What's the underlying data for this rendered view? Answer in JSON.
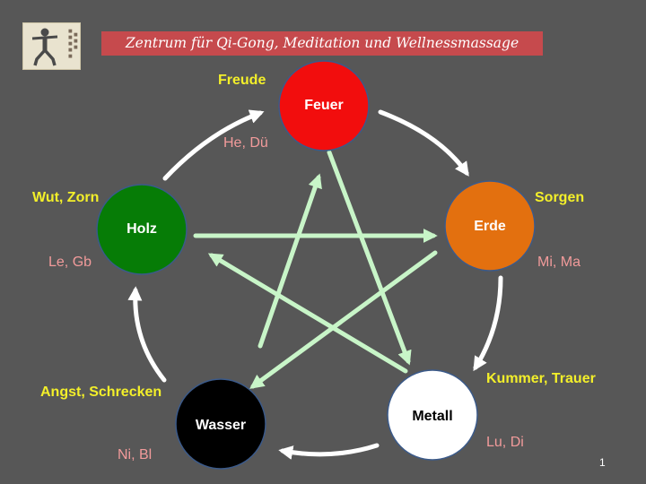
{
  "header": {
    "title": "Zentrum für Qi-Gong, Meditation und Wellnessmassage"
  },
  "elements": [
    {
      "id": "feuer",
      "label": "Feuer",
      "emotion": "Freude",
      "organs": "He, Dü",
      "fill": "#f20d0d",
      "text_color": "#ffffff"
    },
    {
      "id": "erde",
      "label": "Erde",
      "emotion": "Sorgen",
      "organs": "Mi, Ma",
      "fill": "#e3700f",
      "text_color": "#ffffff"
    },
    {
      "id": "metall",
      "label": "Metall",
      "emotion": "Kummer, Trauer",
      "organs": "Lu, Di",
      "fill": "#ffffff",
      "text_color": "#000000"
    },
    {
      "id": "wasser",
      "label": "Wasser",
      "emotion": "Angst, Schrecken",
      "organs": "Ni, Bl",
      "fill": "#000000",
      "text_color": "#ffffff"
    },
    {
      "id": "holz",
      "label": "Holz",
      "emotion": "Wut, Zorn",
      "organs": "Le, Gb",
      "fill": "#067c06",
      "text_color": "#ffffff"
    }
  ],
  "colors": {
    "background": "#575757",
    "banner": "#c64a4d",
    "emotion_text": "#f3ef2a",
    "organ_text": "#f29b9b",
    "cycle_arrow": "#ffffff",
    "control_arrow": "#c8f5c8"
  },
  "logo_icon": "qigong-figure-icon",
  "page_number": "1"
}
